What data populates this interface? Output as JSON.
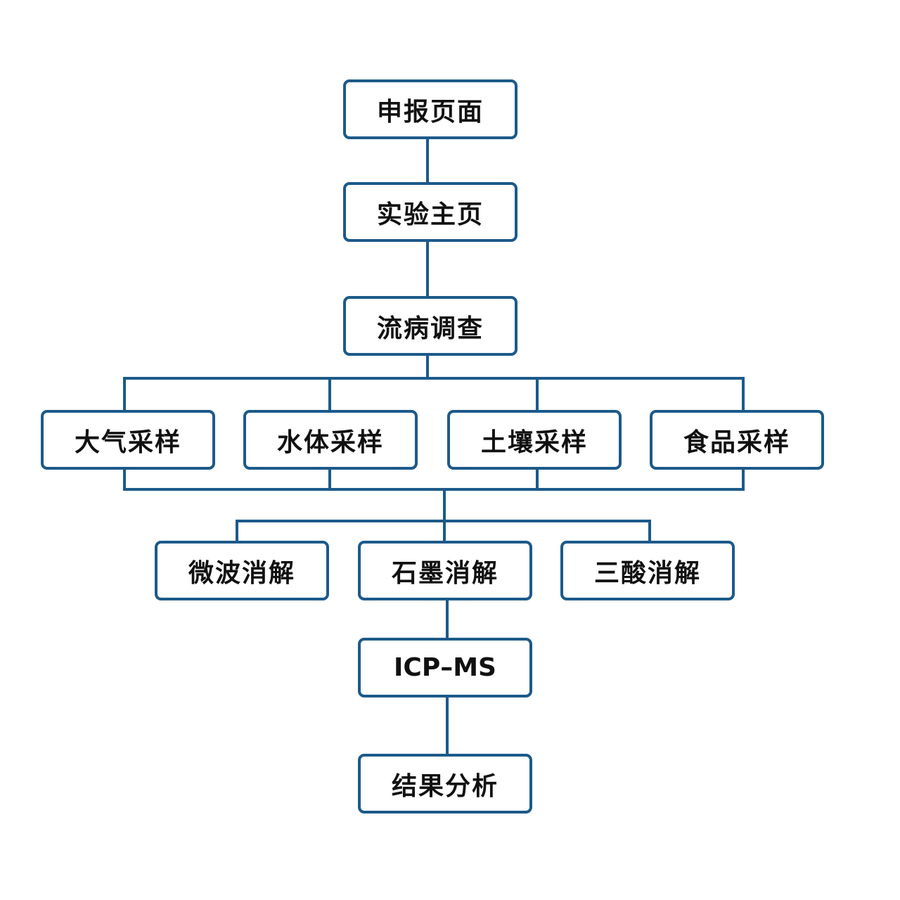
{
  "colors": {
    "stroke": "#1c5a8a",
    "text": "#111111",
    "background": "#ffffff"
  },
  "nodes": {
    "declaration_page": "申报页面",
    "experiment_home": "实验主页",
    "epidemiology_survey": "流病调查",
    "air_sampling": "大气采样",
    "water_sampling": "水体采样",
    "soil_sampling": "土壤采样",
    "food_sampling": "食品采样",
    "microwave_digestion": "微波消解",
    "graphite_digestion": "石墨消解",
    "triacid_digestion": "三酸消解",
    "icp_ms": "ICP–MS",
    "result_analysis": "结果分析"
  }
}
